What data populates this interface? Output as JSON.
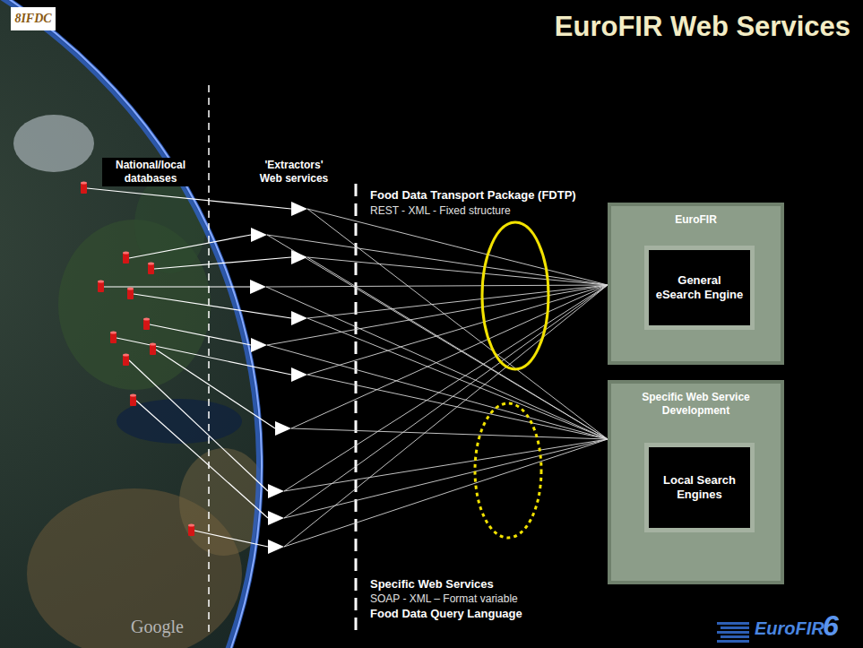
{
  "diagram": {
    "title": "EuroFIR Web Services",
    "nodes": [
      {
        "text": [
          "EuroFIR"
        ]
      },
      {
        "text": [
          "General eSearch Engine"
        ],
        "in": 0
      },
      {
        "text": [
          "Specific Web Service Development"
        ]
      },
      {
        "text": [
          "Local Search Engines"
        ],
        "in": 2
      }
    ],
    "labels": [
      "8IFDC",
      "National/local databases",
      "'Extractors' Web services",
      "Food Data Transport Package (FDTP)",
      "REST - XML - Fixed structure",
      "Specific Web Services",
      "SOAP - XML – Format variable",
      "Food Data Query Language",
      "Google",
      "EuroFIR",
      "6"
    ]
  }
}
